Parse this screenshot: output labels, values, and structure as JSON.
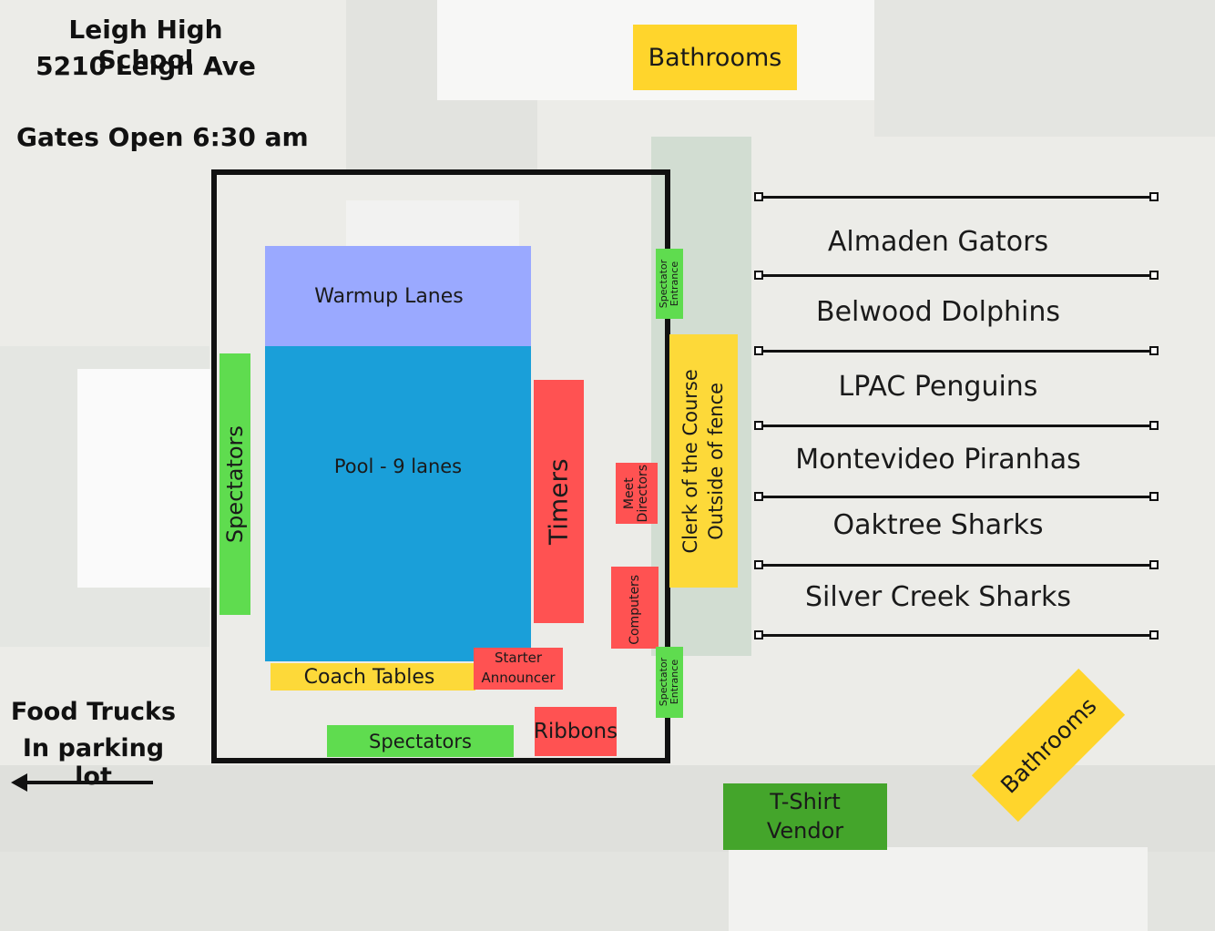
{
  "colors": {
    "warmup": "#9aa9ff",
    "pool": "#1a9fd9",
    "green": "#5fdc4f",
    "red": "#ff5252",
    "yellow": "#fdd939",
    "yellow_alt": "#ffd52c",
    "vendor": "#44a52b",
    "fence": "#111111"
  },
  "header": {
    "school": "Leigh High School",
    "address": "5210 Leigh Ave",
    "gates": "Gates Open 6:30 am"
  },
  "labels": {
    "bathrooms_top": "Bathrooms",
    "bathrooms_bottom": "Bathrooms",
    "warmup": "Warmup Lanes",
    "pool": "Pool - 9 lanes",
    "spectators_left": "Spectators",
    "spectators_bottom": "Spectators",
    "timers": "Timers",
    "meet_directors_1": "Meet",
    "meet_directors_2": "Directors",
    "computers": "Computers",
    "spectator_entrance_top_1": "Spectator",
    "spectator_entrance_top_2": "Entrance",
    "spectator_entrance_bottom_1": "Spectator",
    "spectator_entrance_bottom_2": "Entrance",
    "clerk_1": "Clerk of the Course",
    "clerk_2": "Outside of fence",
    "coach_tables": "Coach Tables",
    "starter": "Starter",
    "announcer": "Announcer",
    "ribbons": "Ribbons",
    "tshirt_1": "T-Shirt",
    "tshirt_2": "Vendor",
    "food_1": "Food Trucks",
    "food_2": "In parking lot"
  },
  "teams": [
    "Almaden Gators",
    "Belwood Dolphins",
    "LPAC Penguins",
    "Montevideo Piranhas",
    "Oaktree Sharks",
    "Silver Creek Sharks"
  ]
}
